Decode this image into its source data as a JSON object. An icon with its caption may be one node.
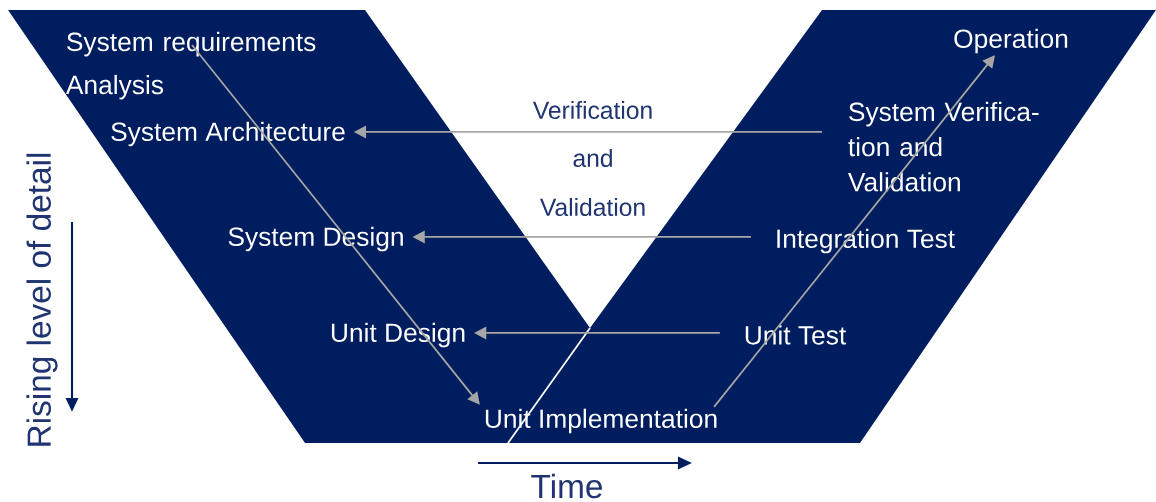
{
  "diagram": {
    "nodes": [
      {
        "text": [
          "System requirements Analysis"
        ]
      },
      {
        "text": [
          "System Architecture"
        ]
      },
      {
        "text": [
          "System Design"
        ]
      },
      {
        "text": [
          "Unit Design"
        ]
      },
      {
        "text": [
          "Unit Implementation"
        ]
      },
      {
        "text": [
          "Unit Test"
        ]
      },
      {
        "text": [
          "Integration Test"
        ]
      },
      {
        "text": [
          "System Verifica- tion and Validation"
        ]
      },
      {
        "text": [
          "Operation"
        ]
      }
    ],
    "edges": [
      {
        "from": 0,
        "to": 4,
        "arrow": "to"
      },
      {
        "from": 4,
        "to": 8,
        "arrow": "to"
      },
      {
        "from": 7,
        "to": 1,
        "arrow": "to"
      },
      {
        "from": 6,
        "to": 2,
        "arrow": "to"
      },
      {
        "from": 5,
        "to": 3,
        "arrow": "to"
      }
    ],
    "labels": [
      "Verification",
      "and",
      "Validation",
      "Rising level of detail",
      "Time"
    ]
  }
}
